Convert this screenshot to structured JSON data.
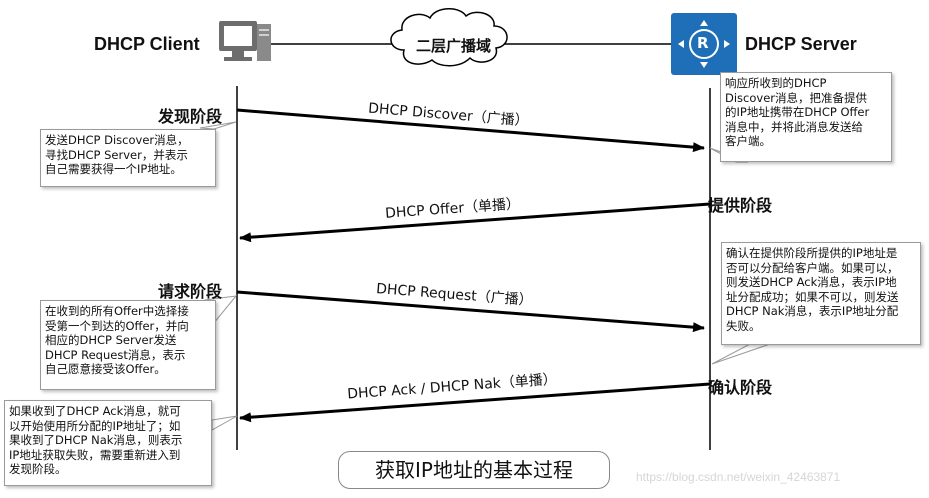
{
  "header": {
    "client_label": "DHCP Client",
    "server_label": "DHCP Server",
    "broadcast_domain": "二层广播域",
    "server_icon_letter": "R"
  },
  "phases": {
    "discover": "发现阶段",
    "offer": "提供阶段",
    "request": "请求阶段",
    "ack": "确认阶段"
  },
  "messages": {
    "discover": "DHCP Discover（广播）",
    "offer": "DHCP Offer（单播）",
    "request": "DHCP Request（广播）",
    "ack": "DHCP Ack / DHCP Nak（单播）"
  },
  "notes": {
    "discover": "发送DHCP Discover消息，\n寻找DHCP Server，并表示\n自己需要获得一个IP地址。",
    "offer": "响应所收到的DHCP\nDiscover消息，把准备提供\n的IP地址携带在DHCP Offer\n消息中，并将此消息发送给\n客户端。",
    "request": "在收到的所有Offer中选择接\n受第一个到达的Offer，并向\n相应的DHCP Server发送\nDHCP Request消息，表示\n自己愿意接受该Offer。",
    "ack": "确认在提供阶段所提供的IP地址是\n否可以分配给客户端。如果可以，\n则发送DHCP Ack消息，表示IP地\n址分配成功；如果不可以，则发送\nDHCP Nak消息，表示IP地址分配\n失败。",
    "result": "如果收到了DHCP Ack消息，就可\n以开始使用所分配的IP地址了；如\n果收到了DHCP Nak消息，则表示\nIP地址获取失败，需要重新进入到\n发现阶段。"
  },
  "caption": "获取IP地址的基本过程",
  "watermark": "https://blog.csdn.net/weixin_42463871",
  "colors": {
    "server_icon": "#1f6fb8",
    "line": "#000000",
    "note_border": "#9a9a9a"
  }
}
